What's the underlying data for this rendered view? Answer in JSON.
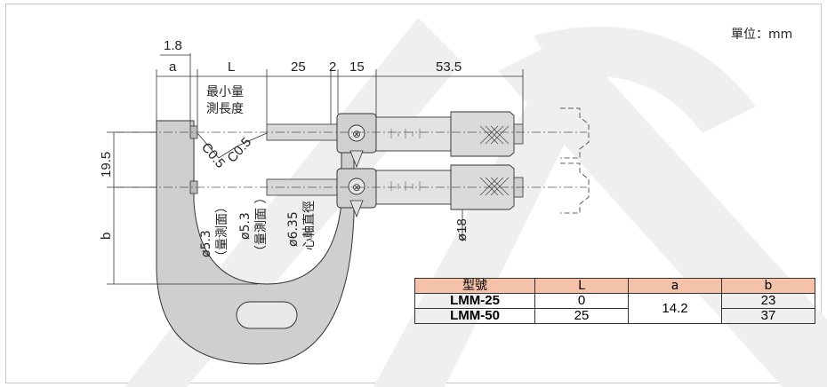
{
  "unit_label": "單位：mm",
  "dimensions": {
    "d_1_8": "1.8",
    "d_a": "a",
    "d_L": "L",
    "d_25": "25",
    "d_2": "2",
    "d_15": "15",
    "d_53_5": "53.5",
    "d_19_5": "19.5",
    "d_b": "b",
    "d_dia18": "ø18",
    "min_length_1": "最小量",
    "min_length_2": "測長度",
    "chamfer_1": "C0.5",
    "chamfer_2": "C0.5",
    "face1_a": "ø5.3",
    "face1_b": "（量測面）",
    "face2_a": "ø5.3",
    "face2_b": "（量測面 ）",
    "shaft_a": "ø6.35",
    "shaft_b": "心軸直徑"
  },
  "table": {
    "headers": [
      "型號",
      "L",
      "a",
      "b"
    ],
    "rows": [
      {
        "model": "LMM-25",
        "L": "0",
        "a": "14.2",
        "b": "23"
      },
      {
        "model": "LMM-50",
        "L": "25",
        "a": "14.2",
        "b": "37"
      }
    ]
  }
}
